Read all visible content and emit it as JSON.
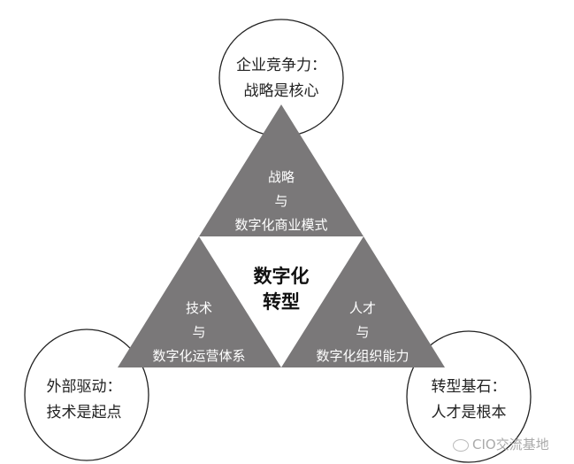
{
  "colors": {
    "triangle_fill": "#7a7879",
    "circle_stroke": "#222222",
    "text_dark": "#222222"
  },
  "center": {
    "line1": "数字化",
    "line2": "转型"
  },
  "triangles": {
    "top": {
      "line1": "战略",
      "line2": "与",
      "line3": "数字化商业模式"
    },
    "left": {
      "line1": "技术",
      "line2": "与",
      "line3": "数字化运营体系"
    },
    "right": {
      "line1": "人才",
      "line2": "与",
      "line3": "数字化组织能力"
    }
  },
  "circles": {
    "top": {
      "line1": "企业竞争力：",
      "line2": "战略是核心"
    },
    "left": {
      "line1": "外部驱动：",
      "line2": "技术是起点"
    },
    "right": {
      "line1": "转型基石：",
      "line2": "人才是根本"
    }
  },
  "watermark": {
    "text": "CIO交流基地",
    "icon": "wechat-icon"
  }
}
